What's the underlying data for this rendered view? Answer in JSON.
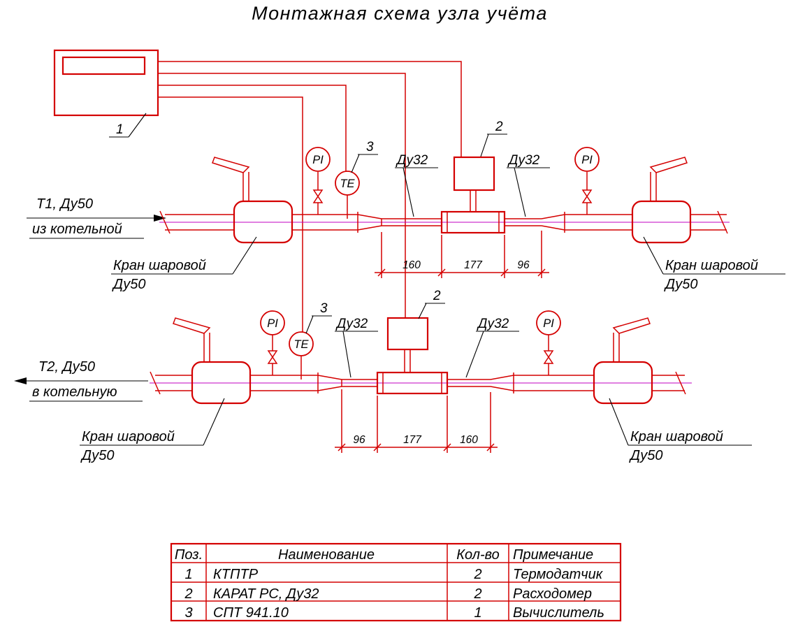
{
  "title": "Монтажная схема узла учёта",
  "colors": {
    "line": "#d40000",
    "centerline": "#c000c0",
    "text": "#000000"
  },
  "device": {
    "ref": "1"
  },
  "supply": {
    "line_label": "T1, Ду50",
    "line_sublabel": "из котельной",
    "pi": "PI",
    "te": "TE",
    "te_ref": "3",
    "fm_ref": "2",
    "du32": "Ду32",
    "valve_label": "Кран шаровой",
    "valve_size": "Ду50",
    "dims": [
      "160",
      "177",
      "96"
    ]
  },
  "return": {
    "line_label": "T2, Ду50",
    "line_sublabel": "в котельную",
    "pi": "PI",
    "te": "TE",
    "te_ref": "3",
    "fm_ref": "2",
    "du32": "Ду32",
    "valve_label": "Кран шаровой",
    "valve_size": "Ду50",
    "dims": [
      "96",
      "177",
      "160"
    ]
  },
  "table": {
    "headers": [
      "Поз.",
      "Наименование",
      "Кол-во",
      "Примечание"
    ],
    "rows": [
      {
        "pos": "1",
        "name": "КТПТР",
        "qty": "2",
        "note": "Термодатчик"
      },
      {
        "pos": "2",
        "name": "КАРАТ РС, Ду32",
        "qty": "2",
        "note": "Расходомер"
      },
      {
        "pos": "3",
        "name": "СПТ 941.10",
        "qty": "1",
        "note": "Вычислитель"
      }
    ]
  }
}
